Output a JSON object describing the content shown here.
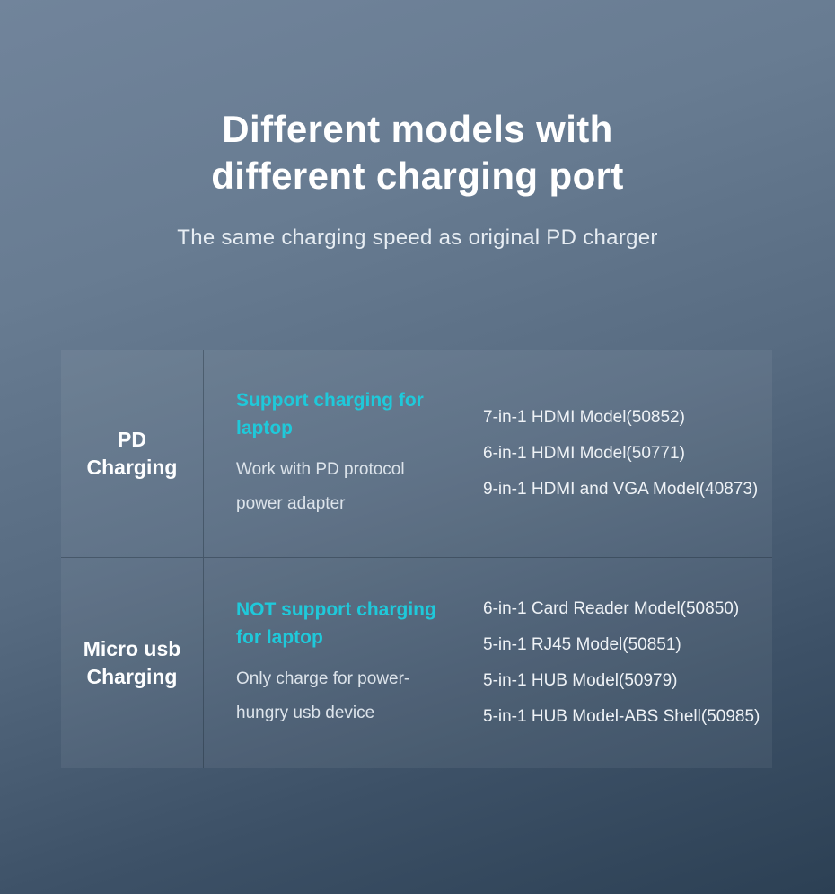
{
  "colors": {
    "accent": "#1fc9da",
    "bg_top": "#71849b",
    "bg_bottom": "#2c4054"
  },
  "header": {
    "title_line1": "Different models with",
    "title_line2": "different charging port",
    "subtitle": "The same charging speed as original PD charger"
  },
  "table": {
    "rows": [
      {
        "label_line1": "PD",
        "label_line2": "Charging",
        "highlight": "Support charging for laptop",
        "description": "Work with PD protocol power adapter",
        "models": [
          "7-in-1 HDMI Model(50852)",
          "6-in-1 HDMI Model(50771)",
          "9-in-1 HDMI and VGA Model(40873)"
        ]
      },
      {
        "label_line1": "Micro usb",
        "label_line2": "Charging",
        "highlight": "NOT support charging for laptop",
        "description": "Only charge for power-hungry usb device",
        "models": [
          "6-in-1 Card Reader Model(50850)",
          "5-in-1 RJ45 Model(50851)",
          "5-in-1 HUB Model(50979)",
          "5-in-1 HUB Model-ABS Shell(50985)"
        ]
      }
    ]
  }
}
